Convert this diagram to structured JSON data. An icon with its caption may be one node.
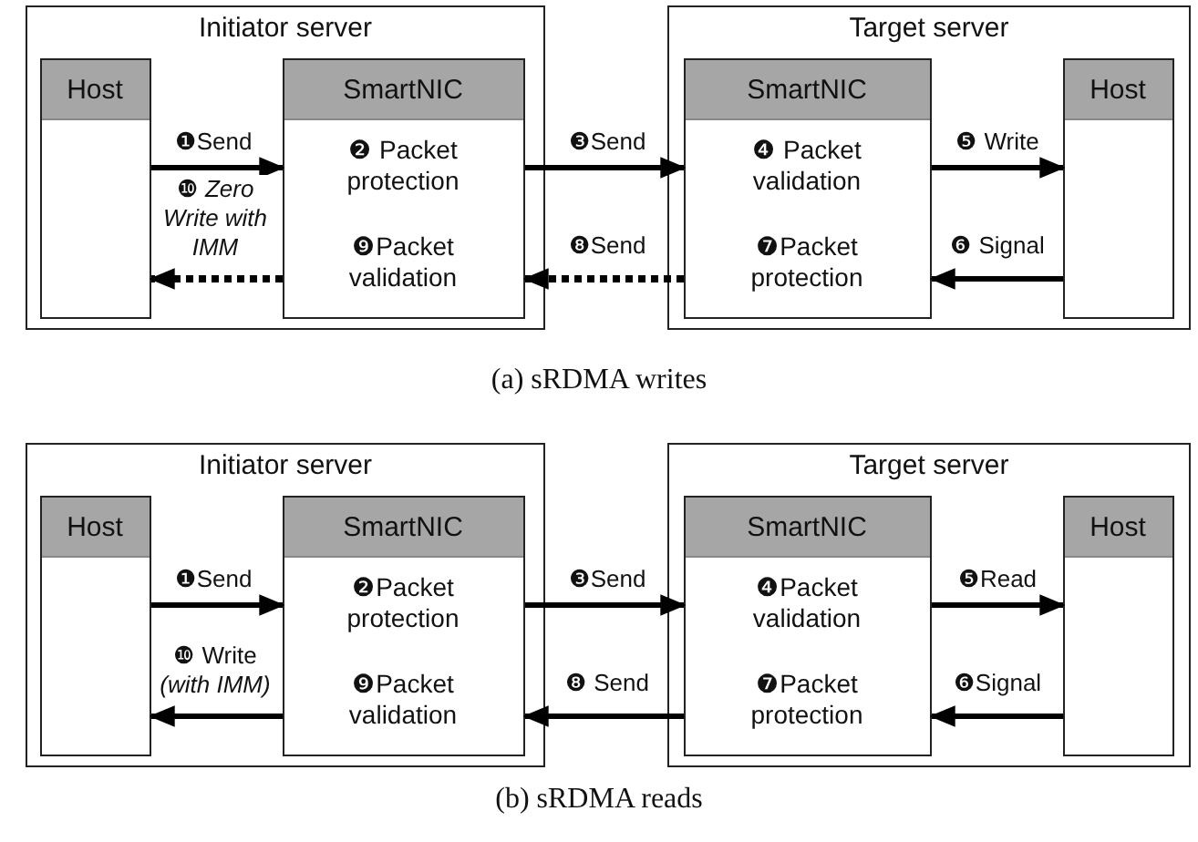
{
  "diagram": {
    "nodes": [
      {
        "text": [
          "Initiator server"
        ]
      },
      {
        "text": [
          "Host"
        ],
        "in": 0
      },
      {
        "text": [
          "SmartNIC",
          "❷ Packet protection",
          "❾Packet validation"
        ],
        "in": 0
      },
      {
        "text": [
          "Target server"
        ]
      },
      {
        "text": [
          "SmartNIC",
          "❹ Packet validation",
          "❼Packet protection"
        ],
        "in": 3
      },
      {
        "text": [
          "Host"
        ],
        "in": 3
      },
      {
        "text": [
          "Initiator server"
        ]
      },
      {
        "text": [
          "Host"
        ],
        "in": 6
      },
      {
        "text": [
          "SmartNIC",
          "❷Packet protection",
          "❾Packet validation"
        ],
        "in": 6
      },
      {
        "text": [
          "Target server"
        ]
      },
      {
        "text": [
          "SmartNIC",
          "❹Packet validation",
          "❼Packet protection"
        ],
        "in": 9
      },
      {
        "text": [
          "Host"
        ],
        "in": 9
      }
    ],
    "edges": [
      {
        "from": 1,
        "to": 2,
        "arrow": "to",
        "label": "❶Send"
      },
      {
        "from": 2,
        "to": 4,
        "arrow": "to",
        "label": "❸Send"
      },
      {
        "from": 4,
        "to": 5,
        "arrow": "to",
        "label": "❺ Write"
      },
      {
        "from": 5,
        "to": 4,
        "arrow": "to",
        "label": "❻ Signal"
      },
      {
        "from": 4,
        "to": 2,
        "arrow": "to",
        "label": "❽Send",
        "style": "dashed"
      },
      {
        "from": 2,
        "to": 1,
        "arrow": "to",
        "label": "❿ *Zero Write with IMM*",
        "style": "dashed"
      },
      {
        "from": 7,
        "to": 8,
        "arrow": "to",
        "label": "❶Send"
      },
      {
        "from": 8,
        "to": 10,
        "arrow": "to",
        "label": "❸Send"
      },
      {
        "from": 10,
        "to": 11,
        "arrow": "to",
        "label": "❺Read"
      },
      {
        "from": 11,
        "to": 10,
        "arrow": "to",
        "label": "❻Signal"
      },
      {
        "from": 10,
        "to": 8,
        "arrow": "to",
        "label": "❽ Send"
      },
      {
        "from": 8,
        "to": 7,
        "arrow": "to",
        "label": "❿ Write *(with IMM)*"
      }
    ],
    "labels": [
      "(a) sRDMA writes",
      "(b) sRDMA reads"
    ]
  }
}
